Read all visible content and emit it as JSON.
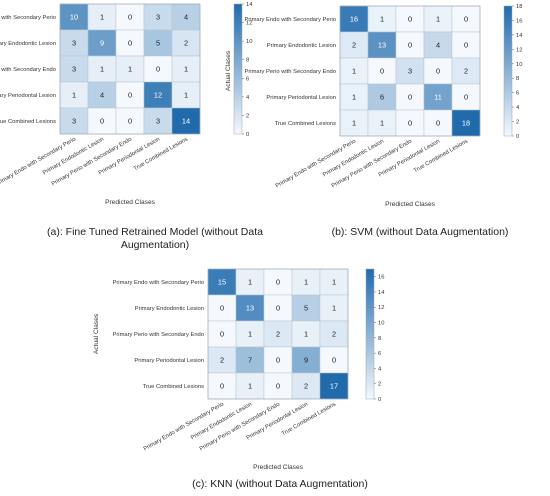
{
  "captions": {
    "a": "(a): Fine Tuned Retrained Model (without Data Augmentation)",
    "b": "(b): SVM (without Data Augmentation)",
    "c": "(c): KNN (without Data Augmentation)"
  },
  "chart_data": [
    {
      "type": "heatmap",
      "ylabel": "Actual Clases",
      "xlabel": "Predicted Clases",
      "row_labels": [
        "Primary Endo with Secondary Perio",
        "Primary Endodontic Lesion",
        "Primary Perio with Secondary Endo",
        "Primary Periodontal Lesion",
        "True Combined Lesions"
      ],
      "col_labels": [
        "Primary Endo with Secondary Perio",
        "Primary Endodontic Lesion",
        "Primary Perio with Secondary Endo",
        "Primary Periodontal Lesion",
        "True Combined Lesions"
      ],
      "values": [
        [
          10,
          1,
          0,
          3,
          4
        ],
        [
          3,
          9,
          0,
          5,
          2
        ],
        [
          3,
          1,
          1,
          0,
          1
        ],
        [
          1,
          4,
          0,
          12,
          1
        ],
        [
          3,
          0,
          0,
          3,
          14
        ]
      ],
      "colorbar_ticks": [
        0,
        2,
        4,
        6,
        8,
        10,
        12,
        14
      ],
      "colorbar_range": [
        0,
        14
      ]
    },
    {
      "type": "heatmap",
      "ylabel": "Actual Clases",
      "xlabel": "Predicted Clases",
      "row_labels": [
        "Primary Endo with Secondary Perio",
        "Primary Endodontic Lesion",
        "Primary Perio with Secondary Endo",
        "Primary Periodontal Lesion",
        "True Combined Lesions"
      ],
      "col_labels": [
        "Primary Endo with Secondary Perio",
        "Primary Endodontic Lesion",
        "Primary Perio with Secondary Endo",
        "Primary Periodontal Lesion",
        "True Combined Lesions"
      ],
      "values": [
        [
          16,
          1,
          0,
          1,
          0
        ],
        [
          2,
          13,
          0,
          4,
          0
        ],
        [
          1,
          0,
          3,
          0,
          2
        ],
        [
          1,
          6,
          0,
          11,
          0
        ],
        [
          1,
          1,
          0,
          0,
          18
        ]
      ],
      "colorbar_ticks": [
        0,
        2,
        4,
        6,
        8,
        10,
        12,
        14,
        16,
        18
      ],
      "colorbar_range": [
        0,
        18
      ]
    },
    {
      "type": "heatmap",
      "ylabel": "Actual Clases",
      "xlabel": "Predicted Clases",
      "row_labels": [
        "Primary Endo with Secondary Perio",
        "Primary Endodontic Lesion",
        "Primary Perio with Secondary Endo",
        "Primary Periodontal Lesion",
        "True Combined Lesions"
      ],
      "col_labels": [
        "Primary Endo with Secondary Perio",
        "Primary Endodontic Lesion",
        "Primary Perio with Secondary Endo",
        "Primary Periodontal Lesion",
        "True Combined Lesions"
      ],
      "values": [
        [
          15,
          1,
          0,
          1,
          1
        ],
        [
          0,
          13,
          0,
          5,
          1
        ],
        [
          0,
          1,
          2,
          1,
          2
        ],
        [
          2,
          7,
          0,
          9,
          0
        ],
        [
          0,
          1,
          0,
          2,
          17
        ]
      ],
      "colorbar_ticks": [
        0,
        2,
        4,
        6,
        8,
        10,
        12,
        14,
        16
      ],
      "colorbar_range": [
        0,
        17
      ]
    }
  ]
}
